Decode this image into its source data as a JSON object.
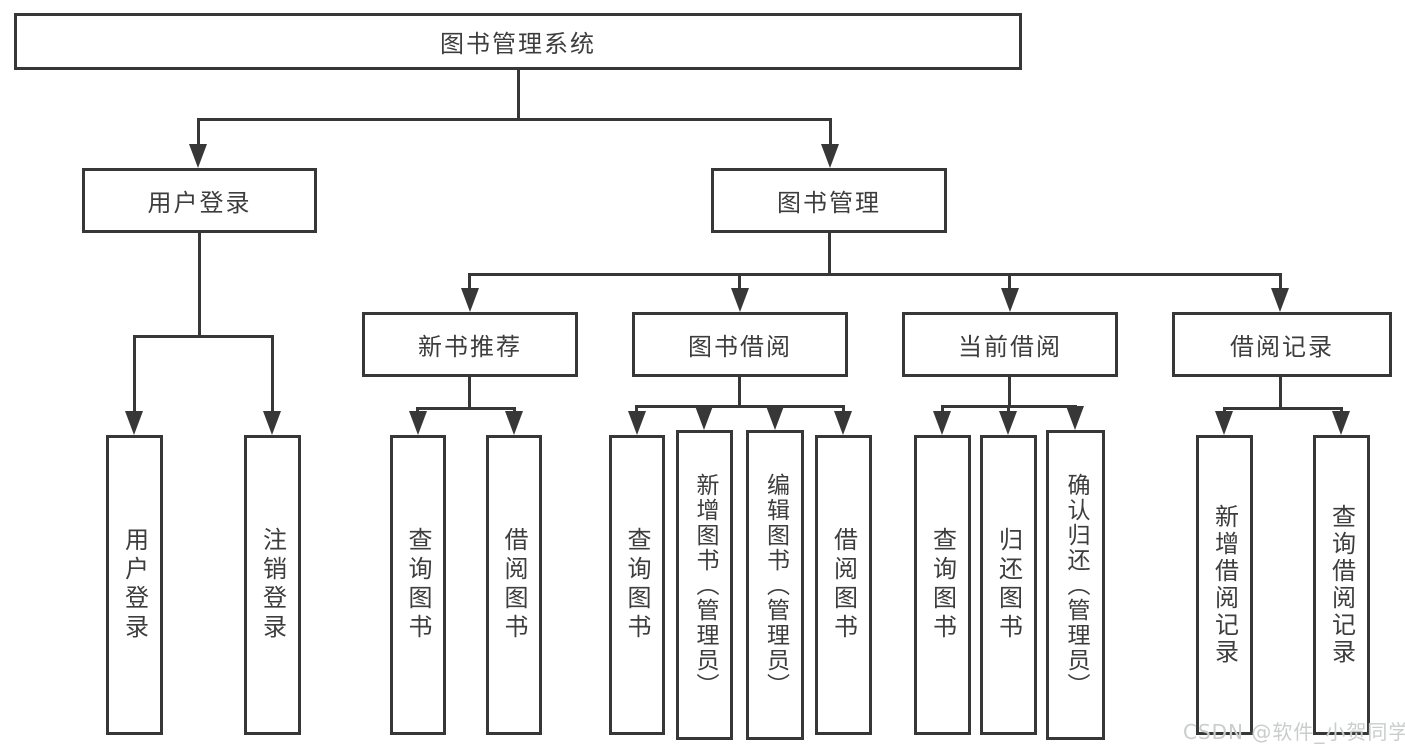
{
  "diagram": {
    "root": {
      "label": "图书管理系统"
    },
    "branches": [
      {
        "label": "用户登录",
        "children": [
          {
            "label": "用户登录"
          },
          {
            "label": "注销登录"
          }
        ]
      },
      {
        "label": "图书管理",
        "sections": [
          {
            "label": "新书推荐",
            "children": [
              {
                "label": "查询图书"
              },
              {
                "label": "借阅图书"
              }
            ]
          },
          {
            "label": "图书借阅",
            "children": [
              {
                "label": "查询图书"
              },
              {
                "label": "新增图书（管理员）"
              },
              {
                "label": "编辑图书（管理员）"
              },
              {
                "label": "借阅图书"
              }
            ]
          },
          {
            "label": "当前借阅",
            "children": [
              {
                "label": "查询图书"
              },
              {
                "label": "归还图书"
              },
              {
                "label": "确认归还（管理员）"
              }
            ]
          },
          {
            "label": "借阅记录",
            "children": [
              {
                "label": "新增借阅记录"
              },
              {
                "label": "查询借阅记录"
              }
            ]
          }
        ]
      }
    ]
  },
  "watermark": {
    "text": "CSDN @软件_小贺同学"
  },
  "colors": {
    "line": "#373737",
    "text": "#3d3d3d",
    "watermark": "#c9cdcd",
    "background": "#ffffff"
  }
}
